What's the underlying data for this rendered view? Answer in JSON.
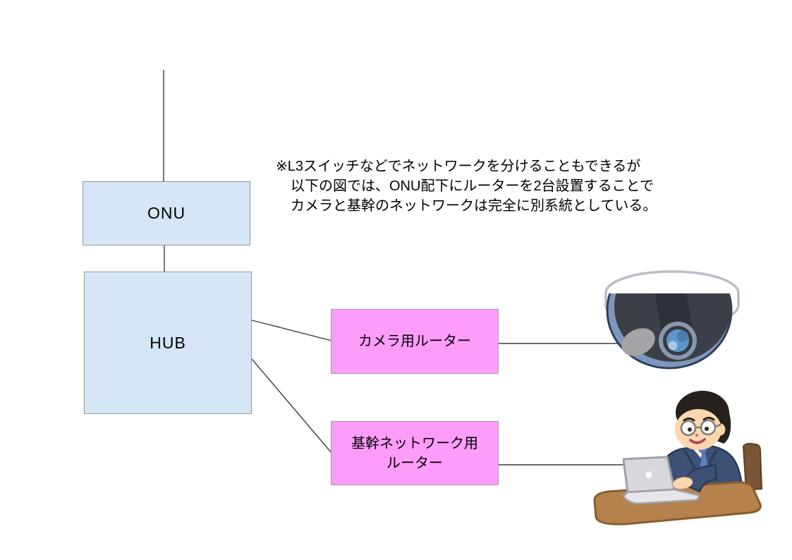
{
  "nodes": {
    "onu": {
      "label": "ONU"
    },
    "hub": {
      "label": "HUB"
    },
    "camera_router": {
      "label": "カメラ用ルーター"
    },
    "backbone_router": {
      "lines": [
        "基幹ネットワーク用",
        "ルーター"
      ]
    }
  },
  "note": {
    "lines": [
      "※L3スイッチなどでネットワークを分けることもできるが",
      "以下の図では、ONU配下にルーターを2台設置することで",
      "カメラと基幹のネットワークは完全に別系統としている。"
    ]
  },
  "illustrations": {
    "camera": "dome-security-camera",
    "worker": "office-worker-with-laptop-at-desk"
  },
  "colors": {
    "device_box_fill": "#d5e7f6",
    "router_box_fill": "#fe9cfa",
    "box_border": "#8f969e",
    "connector_line": "#3d3d3d",
    "desk_brown": "#b5824e",
    "suit_navy": "#3d5174",
    "camera_dome": "#3b4048",
    "lens_blue": "#5e95ca"
  }
}
